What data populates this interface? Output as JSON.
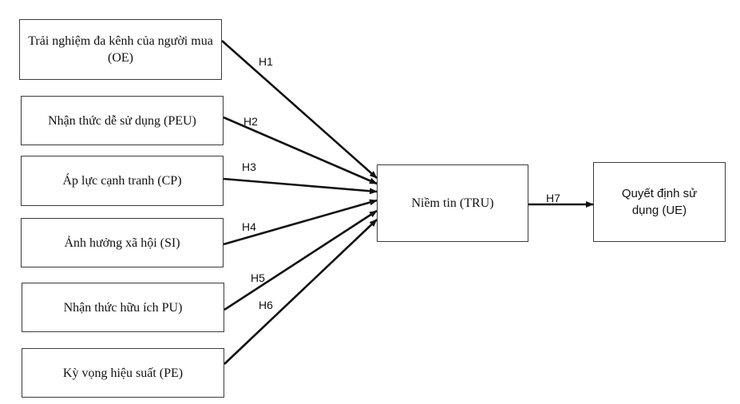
{
  "factors": [
    {
      "id": "oe",
      "label": "Trải nghiệm đa kênh của người mua (OE)"
    },
    {
      "id": "peu",
      "label": "Nhận thức dễ sử dụng (PEU)"
    },
    {
      "id": "cp",
      "label": "Áp lực cạnh tranh (CP)"
    },
    {
      "id": "si",
      "label": "Ảnh hưởng xã hội (SI)"
    },
    {
      "id": "pu",
      "label": "Nhận thức hữu ích PU)"
    },
    {
      "id": "pe",
      "label": "Kỳ vọng hiệu suất (PE)"
    }
  ],
  "mediator": {
    "label": "Niềm tin (TRU)"
  },
  "outcome": {
    "label": "Quyết định sử dụng (UE)"
  },
  "hypotheses": [
    "H1",
    "H2",
    "H3",
    "H4",
    "H5",
    "H6",
    "H7"
  ],
  "colors": {
    "line": "#111111",
    "border": "#3a3a3a"
  }
}
